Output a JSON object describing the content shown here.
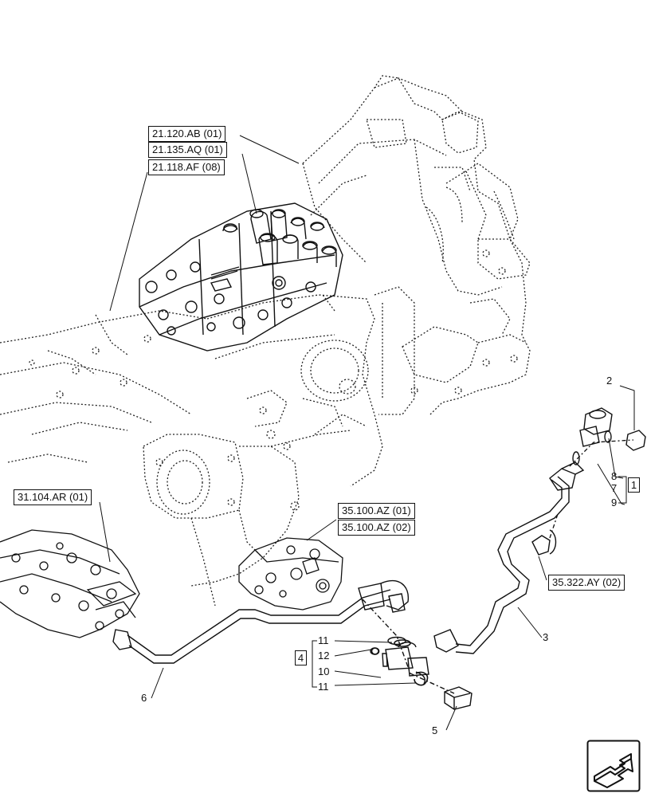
{
  "references": {
    "r1": "21.120.AB (01)",
    "r2": "21.135.AQ (01)",
    "r3": "21.118.AF (08)",
    "r4": "31.104.AR (01)",
    "r5": "35.100.AZ (01)",
    "r6": "35.100.AZ (02)",
    "r7": "35.322.AY (02)"
  },
  "callouts": {
    "c2": "2",
    "c3": "3",
    "c5": "5",
    "c6": "6",
    "c7": "7",
    "c8": "8",
    "c9": "9",
    "c10": "10",
    "c11a": "11",
    "c11b": "11",
    "c12": "12"
  },
  "kits": {
    "k1": "1",
    "k4": "4"
  },
  "icons": {
    "navigation": "next-arrow-icon"
  }
}
